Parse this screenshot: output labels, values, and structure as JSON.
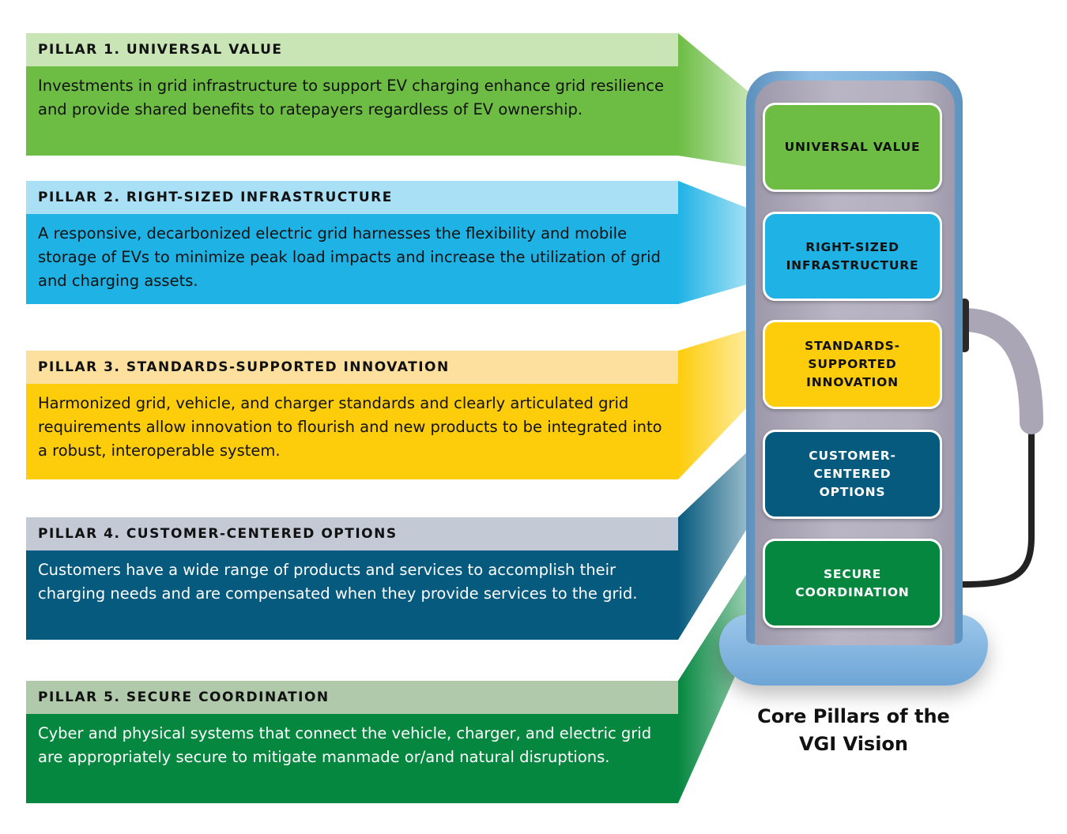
{
  "pillars": [
    {
      "header": "PILLAR 1. UNIVERSAL VALUE",
      "body": "Investments in grid infrastructure to support EV charging enhance grid resilience and provide shared benefits to ratepayers regardless of EV ownership.",
      "box_label": "UNIVERSAL VALUE",
      "color": "#6dbd45",
      "header_color": "#c9e4b5",
      "text_color": "#111111",
      "box_text_color": "#111111"
    },
    {
      "header": "PILLAR 2. RIGHT-SIZED INFRASTRUCTURE",
      "body": "A responsive, decarbonized electric grid harnesses the flexibility and mobile storage of EVs to minimize peak load impacts and increase the utilization of grid and charging assets.",
      "box_label": "RIGHT-SIZED\nINFRASTRUCTURE",
      "color": "#1fb3e5",
      "header_color": "#a9e0f5",
      "text_color": "#111111",
      "box_text_color": "#111111"
    },
    {
      "header": "PILLAR 3. STANDARDS-SUPPORTED INNOVATION",
      "body": "Harmonized grid, vehicle, and charger standards and clearly articulated grid requirements allow innovation to flourish and new products to be integrated into a robust, interoperable system.",
      "box_label": "STANDARDS-\nSUPPORTED\nINNOVATION",
      "color": "#fdcd0c",
      "header_color": "#fde09e",
      "text_color": "#111111",
      "box_text_color": "#111111"
    },
    {
      "header": "PILLAR 4. CUSTOMER-CENTERED OPTIONS",
      "body": "Customers have a wide range of products and services to accomplish their charging needs and are compensated when they provide services to the grid.",
      "box_label": "CUSTOMER-\nCENTERED\nOPTIONS",
      "color": "#065a7e",
      "header_color": "#c3cad6",
      "text_color": "#ffffff",
      "box_text_color": "#ffffff"
    },
    {
      "header": "PILLAR 5. SECURE COORDINATION",
      "body": "Cyber and physical systems that connect the vehicle, charger, and electric grid are appropriately secure to mitigate manmade or/and natural disruptions.",
      "box_label": "SECURE\nCOORDINATION",
      "color": "#05873f",
      "header_color": "#afc9aa",
      "text_color": "#ffffff",
      "box_text_color": "#ffffff"
    }
  ],
  "caption": "Core Pillars of the\nVGI Vision"
}
